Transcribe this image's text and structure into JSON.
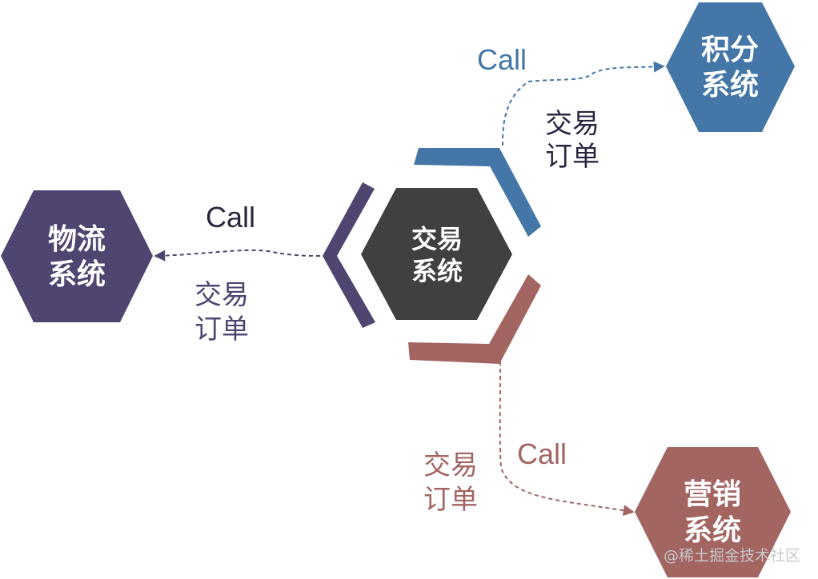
{
  "colors": {
    "center": "#404040",
    "logistics": "#4f4570",
    "points": "#4477a7",
    "marketing": "#a26562",
    "watermark": "#c8c8c8"
  },
  "center": {
    "line1": "交易",
    "line2": "系统"
  },
  "logistics": {
    "line1": "物流",
    "line2": "系统",
    "call": "Call",
    "order_line1": "交易",
    "order_line2": "订单"
  },
  "points": {
    "line1": "积分",
    "line2": "系统",
    "call": "Call",
    "order_line1": "交易",
    "order_line2": "订单"
  },
  "marketing": {
    "line1": "营销",
    "line2": "系统",
    "call": "Call",
    "order_line1": "交易",
    "order_line2": "订单"
  },
  "watermark": "@稀土掘金技术社区"
}
